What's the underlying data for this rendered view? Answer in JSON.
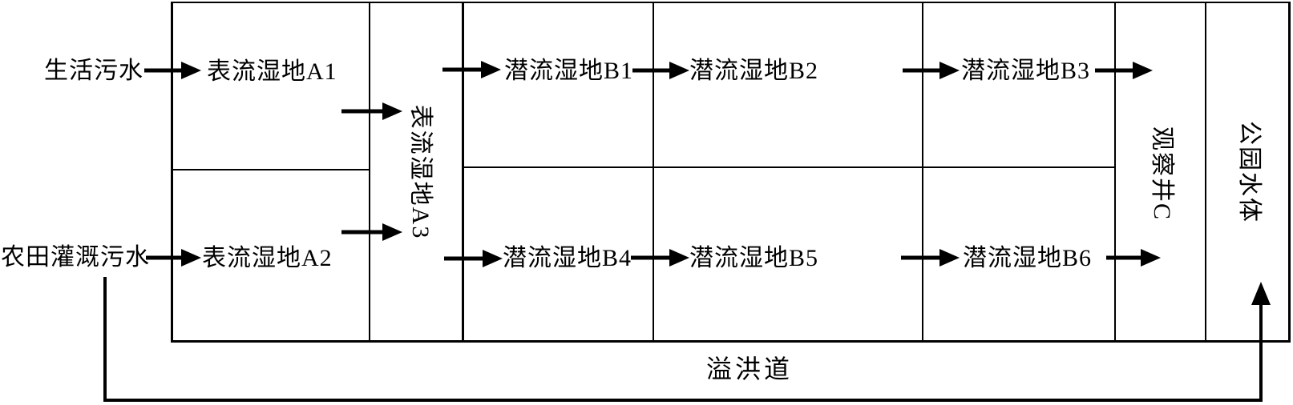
{
  "diagram": {
    "background": "#ffffff",
    "line_color": "#000000",
    "sources": {
      "domestic_sewage": "生活污水",
      "farmland_irrigation_sewage": "农田灌溉污水"
    },
    "cells": {
      "a1": "表流湿地A1",
      "a2": "表流湿地A2",
      "a3": "表流湿地A3",
      "b1": "潜流湿地B1",
      "b2": "潜流湿地B2",
      "b3": "潜流湿地B3",
      "b4": "潜流湿地B4",
      "b5": "潜流湿地B5",
      "b6": "潜流湿地B6",
      "observation_well": "观察井C",
      "park_water": "公园水体"
    },
    "spillway_label": "溢洪道"
  }
}
